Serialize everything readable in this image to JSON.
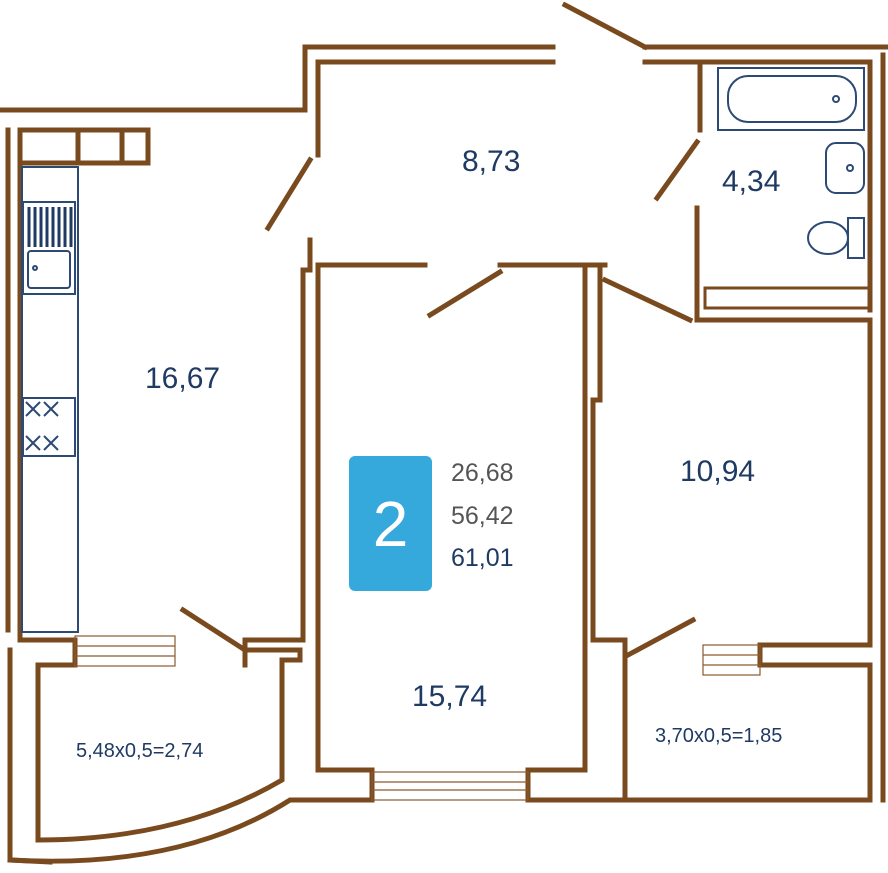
{
  "apartment": {
    "rooms_count": "2",
    "living_area": "26,68",
    "total_area": "56,42",
    "total_with_balcony": "61,01"
  },
  "rooms": {
    "hall": "8,73",
    "bathroom": "4,34",
    "kitchen": "16,67",
    "bedroom": "10,94",
    "living_room": "15,74",
    "balcony_left": "5,48x0,5=2,74",
    "balcony_right": "3,70x0,5=1,85"
  },
  "colors": {
    "wall": "#7a4a1f",
    "badge": "#36a9dc",
    "text": "#1f3a63",
    "fixture": "#2c4a74"
  }
}
